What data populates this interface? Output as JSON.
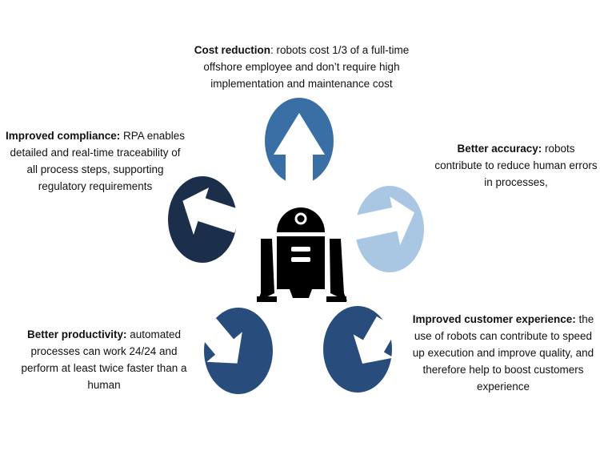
{
  "benefits": {
    "cost": {
      "heading": "Cost reduction",
      "text": ": robots cost 1/3 of a full-time offshore employee and don’t require high implementation and maintenance cost"
    },
    "compliance": {
      "heading": "Improved compliance:",
      "text": " RPA enables detailed and real-time traceability of all process steps, supporting regulatory requirements"
    },
    "accuracy": {
      "heading": "Better accuracy:",
      "text": " robots contribute to reduce human errors in processes,"
    },
    "productivity": {
      "heading": "Better productivity:",
      "text": " automated processes can work 24/24 and perform at least twice faster than a human"
    },
    "customer": {
      "heading": "Improved customer experience:",
      "text": " the use of robots can  contribute to speed up execution and improve quality, and therefore help to boost customers experience"
    }
  },
  "colors": {
    "cost": "#3a6fa5",
    "compliance": "#1b2f4b",
    "accuracy": "#a9c6e3",
    "productivity": "#284d7c",
    "customer": "#284d7c",
    "robot": "#000000"
  },
  "icons": {
    "center": "robot-icon",
    "arrows": "arrow-icon"
  }
}
